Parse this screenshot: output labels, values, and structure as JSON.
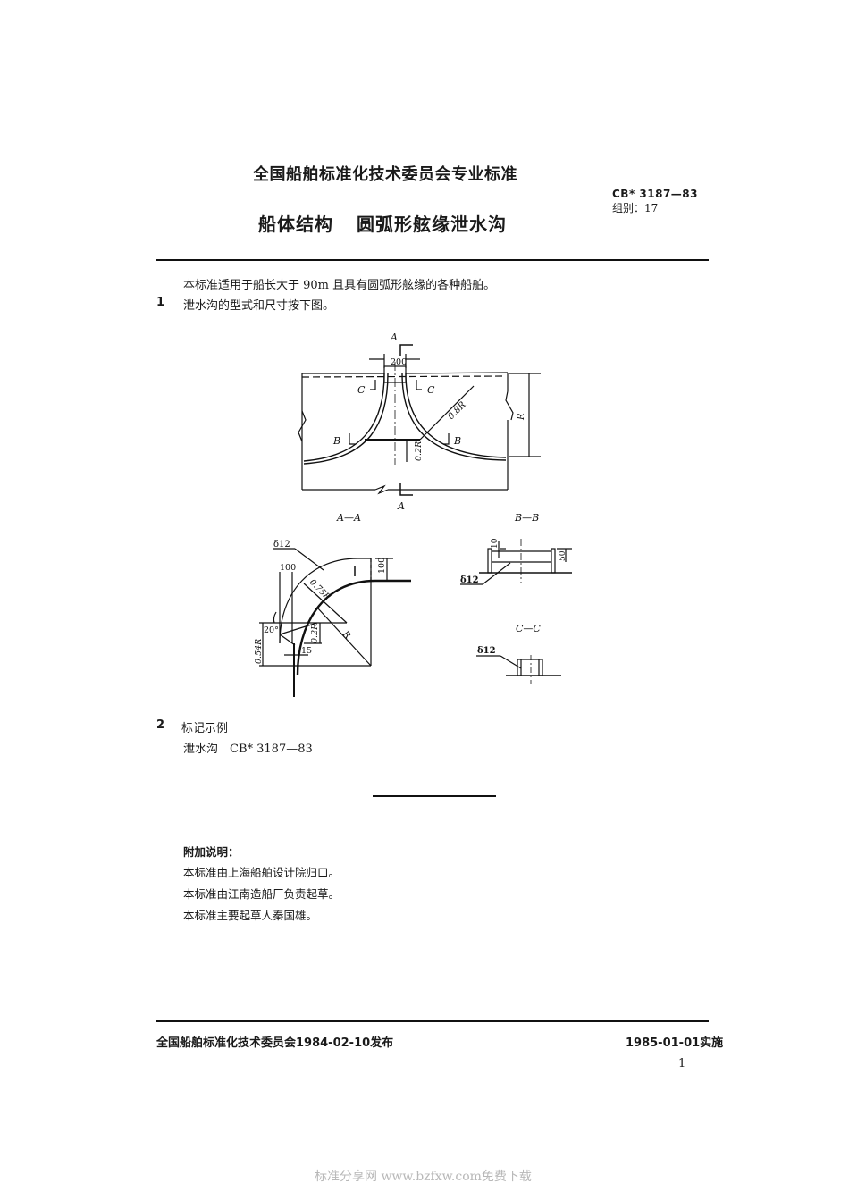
{
  "header": {
    "org_title": "全国船舶标准化技术委员会专业标准",
    "title_part1": "船体结构",
    "title_part2": "圆弧形舷缘泄水沟",
    "standard_code": "CB* 3187—83",
    "group_label": "组别：17"
  },
  "body": {
    "scope": "本标准适用于船长大于 90m 且具有圆弧形舷缘的各种船舶。",
    "sections": [
      {
        "number": "1",
        "text": "泄水沟的型式和尺寸按下图。"
      },
      {
        "number": "2",
        "text": "标记示例"
      }
    ],
    "marking_example": "泄水沟　CB* 3187—83"
  },
  "figure": {
    "main_view": {
      "section_marker_top": "A",
      "section_marker_bottom": "A",
      "width_dim": "200",
      "label_c_left": "C",
      "label_c_right": "C",
      "label_b_left": "B",
      "label_b_right": "B",
      "radius_08": "0.8R",
      "radius_02": "0.2R",
      "height_r": "R"
    },
    "section_aa": {
      "title": "A—A",
      "plate_thickness": "δ12",
      "dim_100_top": "100",
      "dim_100_side": "100",
      "radius_075": "0.75R",
      "radius_02": "0.2R",
      "radius_r": "R",
      "angle": "20°",
      "dim_054": "0.54R",
      "dim_15": "15"
    },
    "section_bb": {
      "title": "B—B",
      "dim_10": "10",
      "dim_50": "50",
      "plate_thickness": "δ12"
    },
    "section_cc": {
      "title": "C—C",
      "plate_thickness": "δ12"
    }
  },
  "notes": {
    "title": "附加说明：",
    "lines": [
      "本标准由上海船舶设计院归口。",
      "本标准由江南造船厂负责起草。",
      "本标准主要起草人秦国雄。"
    ]
  },
  "footer": {
    "issued": "全国船舶标准化技术委员会1984-02-10发布",
    "effective": "1985-01-01实施",
    "page_number": "1"
  },
  "watermark": "标准分享网 www.bzfxw.com免费下载"
}
